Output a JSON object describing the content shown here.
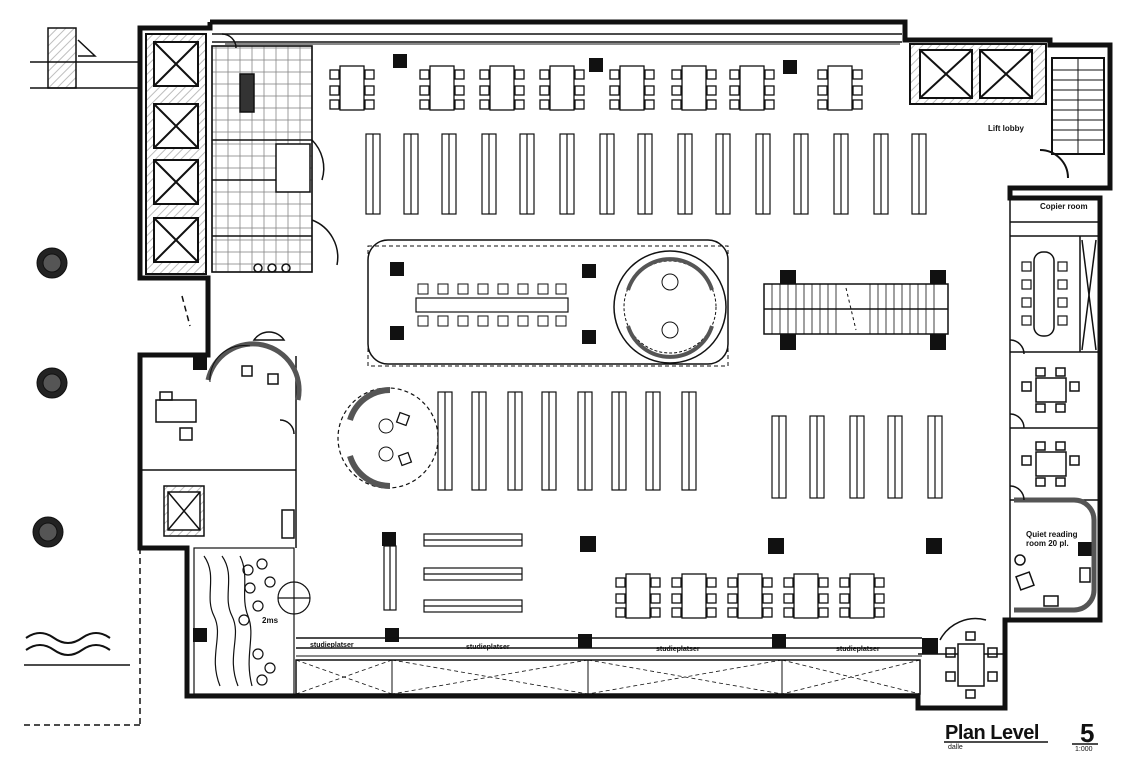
{
  "title": {
    "plan": "Plan Level",
    "level": "5",
    "subtitle": "dalle",
    "scale": "1:000"
  },
  "labels": {
    "lift_lobby": "Lift lobby",
    "copier_room": "Copier room",
    "group_room": "Quiet reading room 20 pl.",
    "room_left": "2ms",
    "window_seat": "studieplatser"
  },
  "colors": {
    "line": "#111111",
    "wall": "#222222",
    "hatch": "#cfcfcf",
    "background": "#ffffff"
  }
}
